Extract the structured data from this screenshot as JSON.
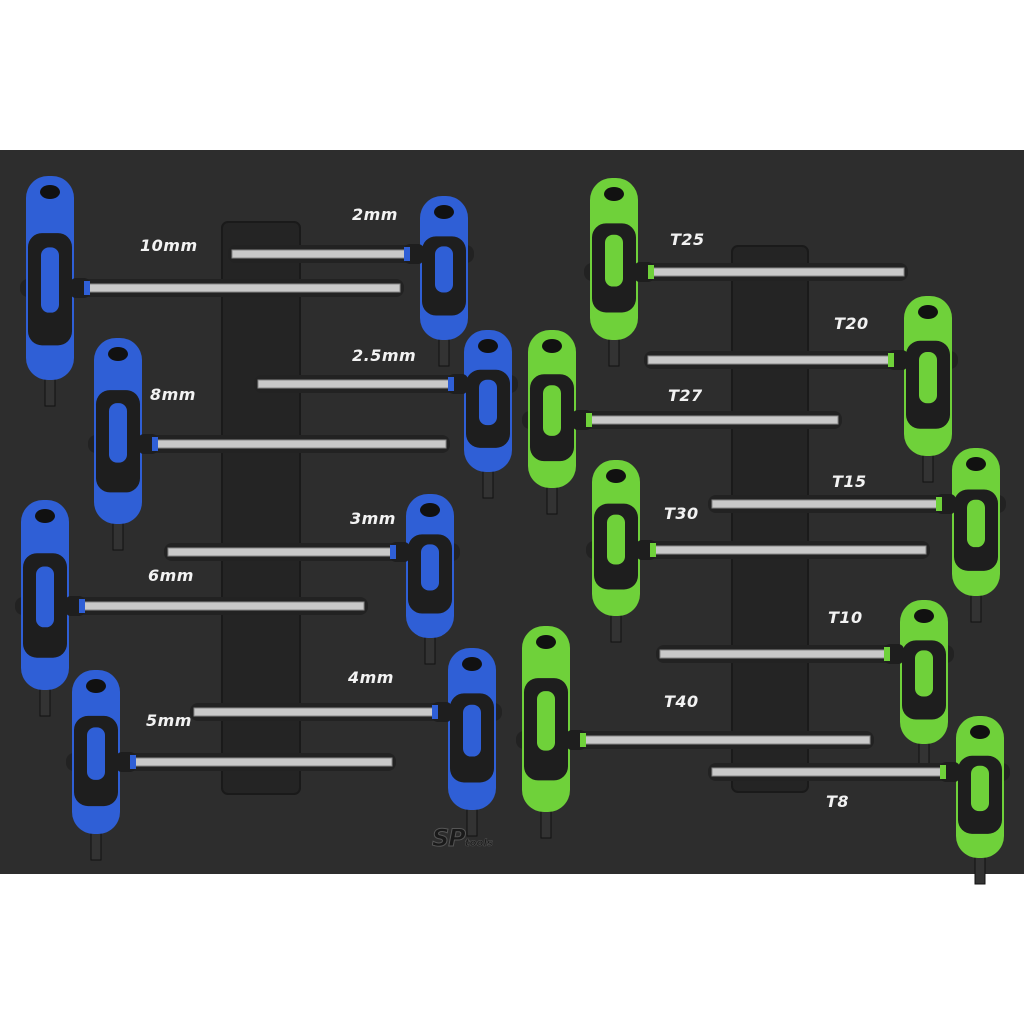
{
  "brand": {
    "logo_text": "SP",
    "logo_sub": "tools"
  },
  "colors": {
    "tray": "#2d2d2d",
    "metric_handle": "#2f5fd6",
    "torx_handle": "#6fd13a",
    "grip": "#1e1e1e",
    "steel": "#c9c9c9"
  },
  "metric_set": {
    "color_name": "blue",
    "labels": [
      "10mm",
      "2mm",
      "8mm",
      "2.5mm",
      "6mm",
      "3mm",
      "5mm",
      "4mm"
    ]
  },
  "torx_set": {
    "color_name": "green",
    "labels": [
      "T25",
      "T20",
      "T27",
      "T15",
      "T30",
      "T10",
      "T40",
      "T8"
    ]
  }
}
